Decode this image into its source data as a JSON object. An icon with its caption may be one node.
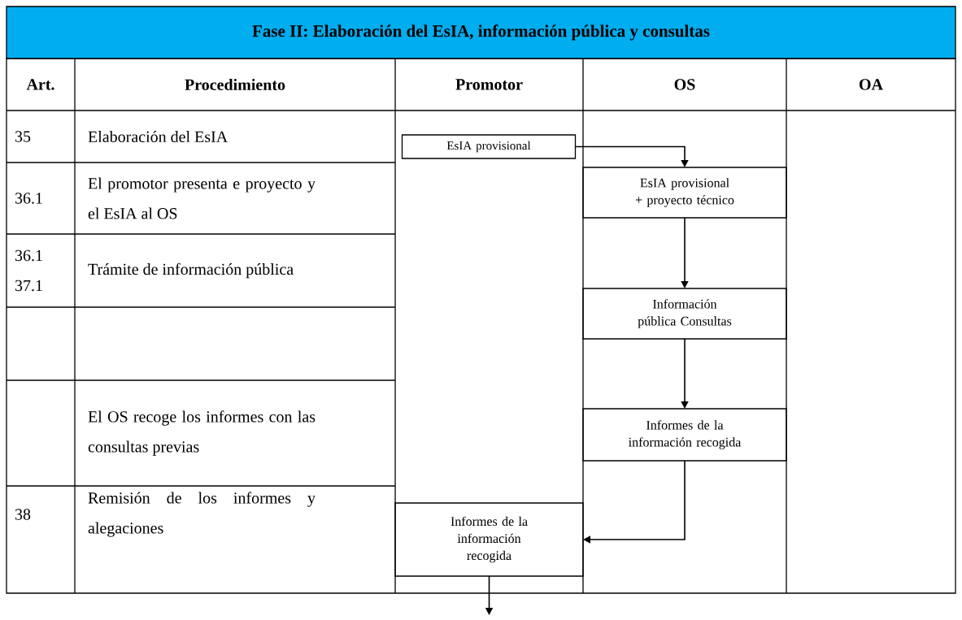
{
  "diagram": {
    "title": "Fase II: Elaboración del EsIA, información pública y consultas",
    "nodes": [
      {
        "text": [
          "EsIA provisional"
        ]
      },
      {
        "text": [
          "EsIA provisional + proyecto técnico"
        ]
      },
      {
        "text": [
          "Información pública Consultas"
        ]
      },
      {
        "text": [
          "Informes de la información recogida"
        ]
      },
      {
        "text": [
          "Informes de la información recogida"
        ]
      }
    ],
    "edges": [
      {
        "from": 0,
        "to": 1,
        "arrow": "to"
      },
      {
        "from": 1,
        "to": 2,
        "arrow": "to"
      },
      {
        "from": 2,
        "to": 3,
        "arrow": "to"
      },
      {
        "from": 3,
        "to": 4,
        "arrow": "to"
      },
      {
        "from": 4,
        "to": null,
        "arrow": "to"
      }
    ],
    "labels": [
      "Art.",
      "Procedimiento",
      "Promotor",
      "OS",
      "OA",
      "35",
      "Elaboración del EsIA",
      "36.1",
      "El promotor presenta e proyecto y el EsIA al OS",
      "36.1 37.1",
      "Trámite de información pública",
      "El OS recoge los informes con las consultas previas",
      "38",
      "Remisión de los informes y alegaciones"
    ]
  }
}
